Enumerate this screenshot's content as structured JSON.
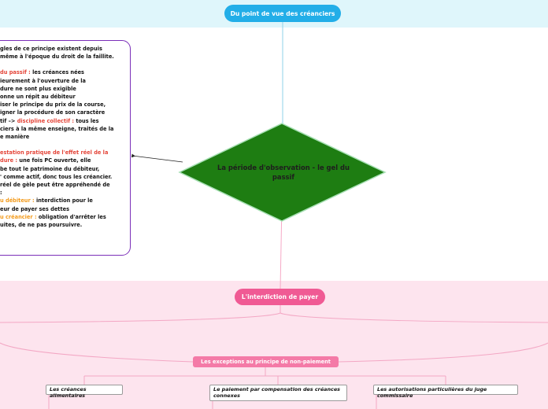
{
  "header": {
    "title": "Du point de vue des créanciers"
  },
  "central": {
    "title": "La période d'observation - le gel du passif"
  },
  "section": {
    "title": "L'interdiction de payer"
  },
  "exceptions": {
    "title": "Les exceptions au principe de non-paiement",
    "items": [
      "Les créances alimentaires",
      "Le paiement par compensation des créances connexes",
      "Les autorisations particulières du juge commissaire"
    ]
  },
  "note": {
    "lines": [
      {
        "parts": [
          {
            "text": "gles de ce principe existent depuis",
            "style": "plain"
          }
        ]
      },
      {
        "parts": [
          {
            "text": "même à l'époque du droit de la faillite.",
            "style": "plain"
          }
        ]
      },
      {
        "parts": [
          {
            "text": "",
            "style": "gap"
          }
        ]
      },
      {
        "parts": [
          {
            "text": " du passif : ",
            "style": "red"
          },
          {
            "text": "les créances nées",
            "style": "plain"
          }
        ]
      },
      {
        "parts": [
          {
            "text": "ieurement à l'ouverture de la",
            "style": "plain"
          }
        ]
      },
      {
        "parts": [
          {
            "text": "dure ne sont plus exigible",
            "style": "plain"
          }
        ]
      },
      {
        "parts": [
          {
            "text": "onne un répit au débiteur",
            "style": "plain"
          }
        ]
      },
      {
        "parts": [
          {
            "text": "iser le principe du prix de la course,",
            "style": "plain"
          }
        ]
      },
      {
        "parts": [
          {
            "text": "igner la procédure de son caractère",
            "style": "plain"
          }
        ]
      },
      {
        "parts": [
          {
            "text": "tif –> ",
            "style": "plain"
          },
          {
            "text": "discipline collectif : ",
            "style": "red"
          },
          {
            "text": "tous les",
            "style": "plain"
          }
        ]
      },
      {
        "parts": [
          {
            "text": "ciers à la même enseigne, traités de la",
            "style": "plain"
          }
        ]
      },
      {
        "parts": [
          {
            "text": "e manière",
            "style": "plain"
          }
        ]
      },
      {
        "parts": [
          {
            "text": "",
            "style": "gap"
          }
        ]
      },
      {
        "parts": [
          {
            "text": "estation pratique de l'effet réel de la",
            "style": "red"
          }
        ]
      },
      {
        "parts": [
          {
            "text": "dure : ",
            "style": "red"
          },
          {
            "text": "une fois PC ouverte, elle",
            "style": "plain"
          }
        ]
      },
      {
        "parts": [
          {
            "text": "be tout le patrimoine du débiteur,",
            "style": "plain"
          }
        ]
      },
      {
        "parts": [
          {
            "text": "' comme actif, donc tous les créancier.",
            "style": "plain"
          }
        ]
      },
      {
        "parts": [
          {
            "text": " réel de gèle peut être appréhendé de",
            "style": "plain"
          }
        ]
      },
      {
        "parts": [
          {
            "text": ":",
            "style": "plain"
          }
        ]
      },
      {
        "parts": [
          {
            "text": "u débiteur : ",
            "style": "orange"
          },
          {
            "text": "interdiction pour le",
            "style": "plain"
          }
        ]
      },
      {
        "parts": [
          {
            "text": "eur de payer ses dettes",
            "style": "plain"
          }
        ]
      },
      {
        "parts": [
          {
            "text": "u créancier : ",
            "style": "orange"
          },
          {
            "text": "obligation d'arrêter les",
            "style": "plain"
          }
        ]
      },
      {
        "parts": [
          {
            "text": "uites, de ne pas poursuivre.",
            "style": "plain"
          }
        ]
      }
    ]
  },
  "colors": {
    "top_band": "#dff6fb",
    "bottom_band": "#fde4ee",
    "header_pill": "#22aee8",
    "section_pill": "#f05a94",
    "exceptions_pill": "#f47aa7",
    "diamond_fill": "#1e7d12",
    "note_border": "#7b2fb8",
    "note_highlight_red": "#e4463a",
    "note_highlight_orange": "#f39b1c"
  }
}
